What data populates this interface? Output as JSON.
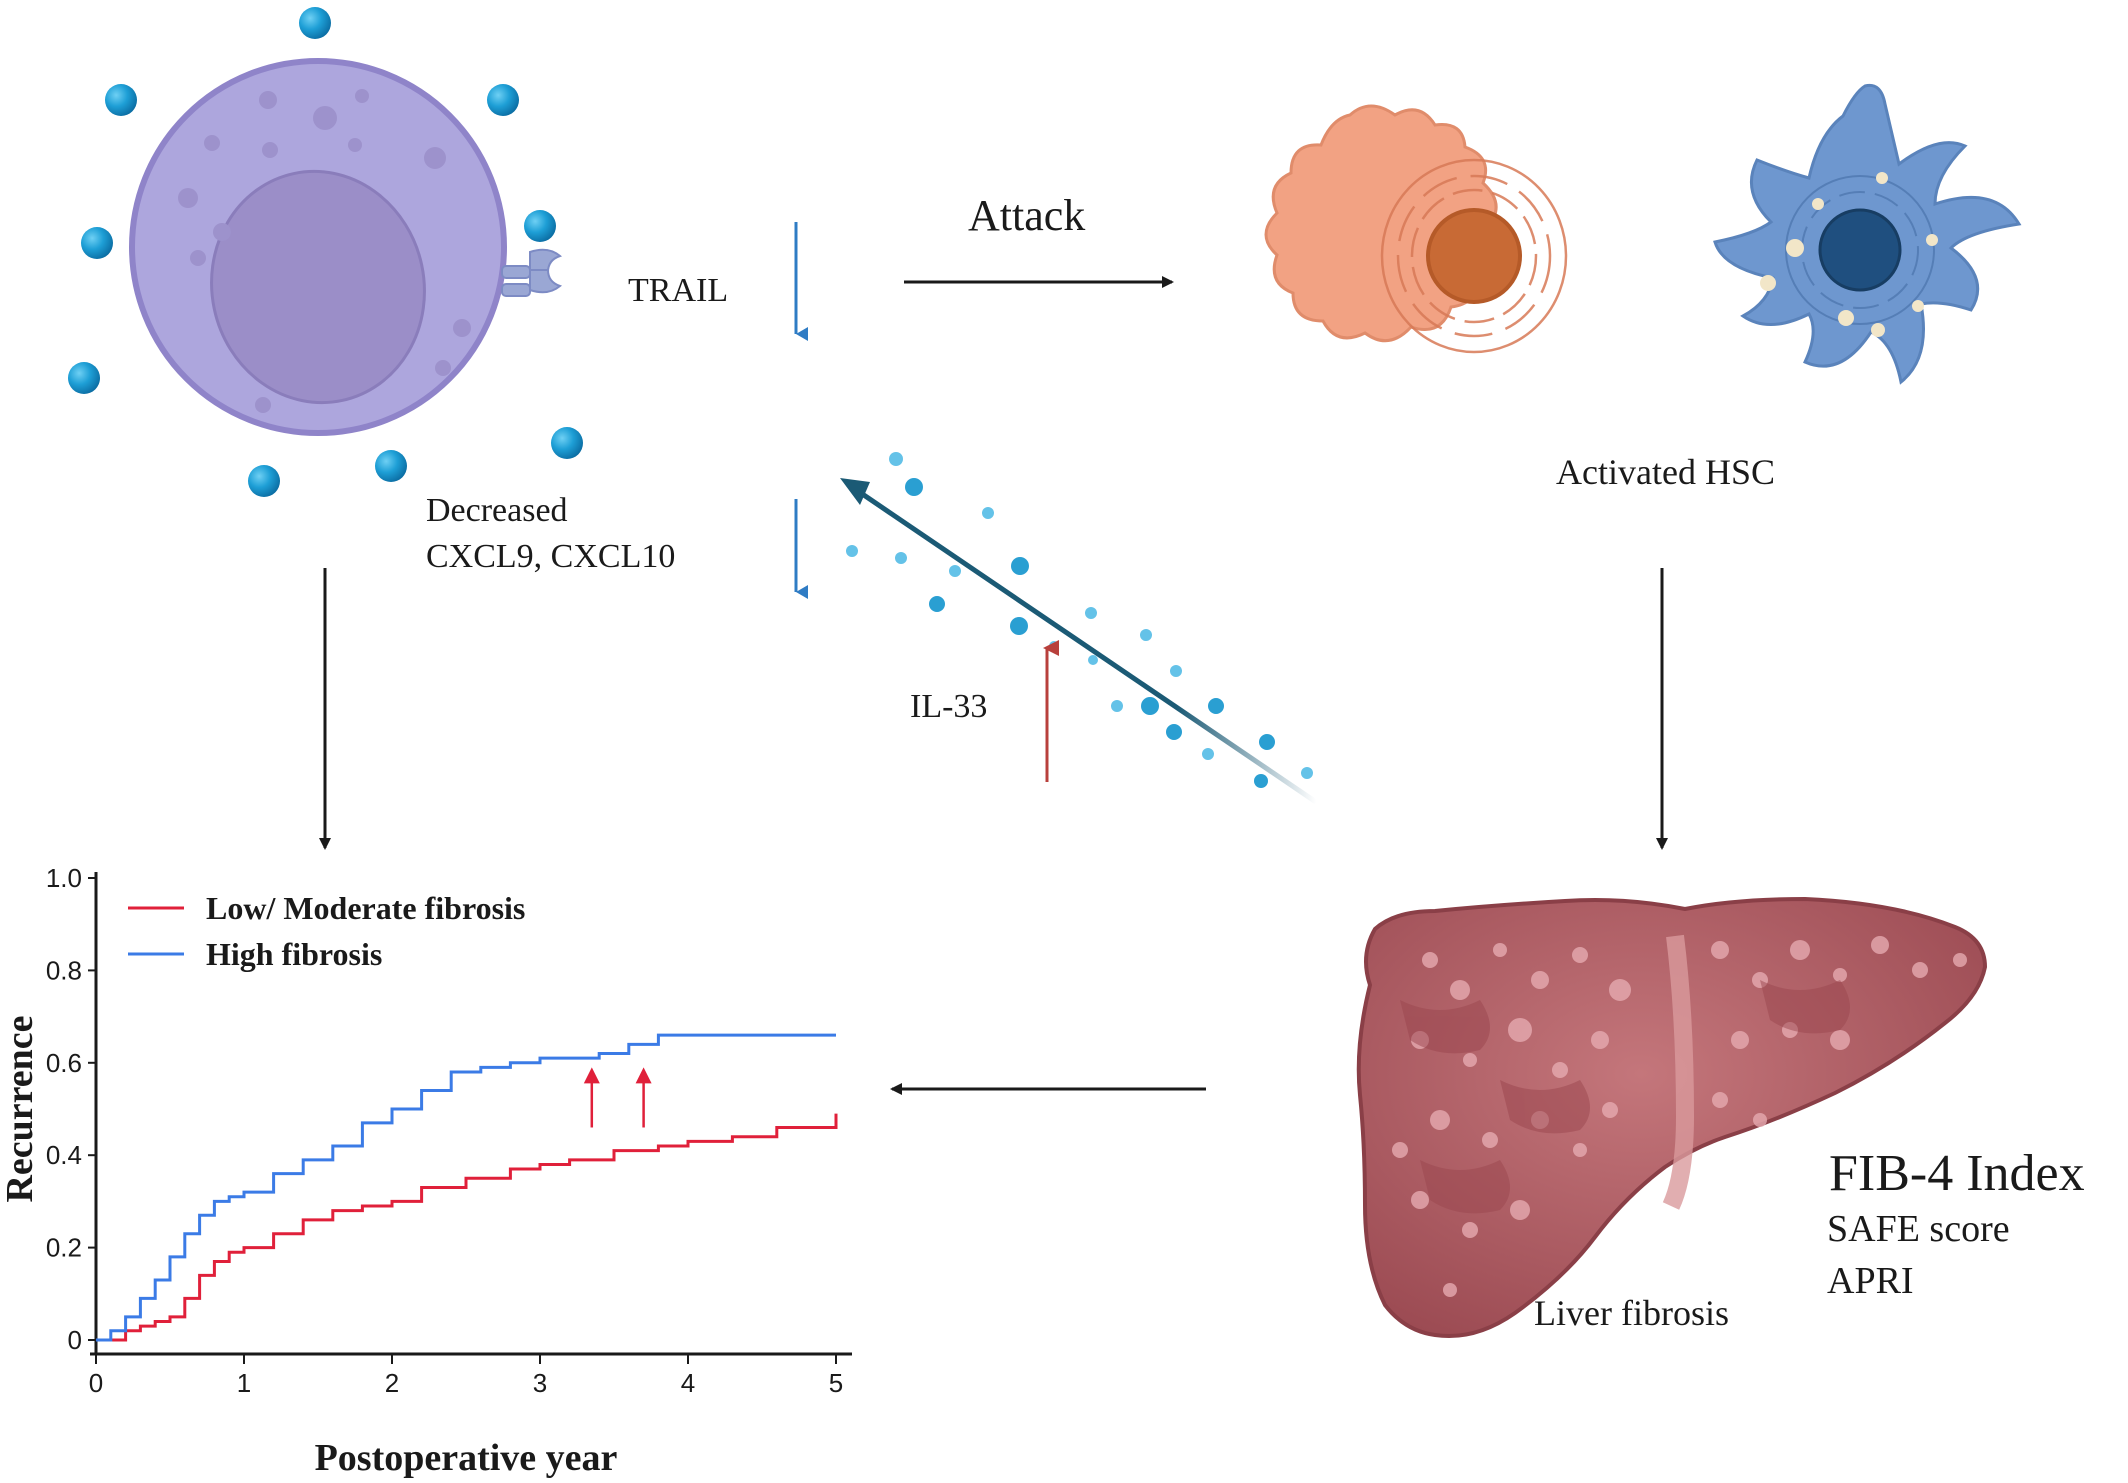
{
  "labels": {
    "attack": "Attack",
    "trail": "TRAIL",
    "decreased_line1": "Decreased",
    "decreased_line2": "CXCL9, CXCL10",
    "il33": "IL-33",
    "activated_hsc": "Activated HSC",
    "liver_fibrosis": "Liver fibrosis",
    "fib4": "FIB-4 Index",
    "safe": "SAFE score",
    "apri": "APRI"
  },
  "colors": {
    "nk_body": "#ada6dd",
    "nk_edge": "#8f84c9",
    "nucleus": "#9b8ec8",
    "bead": "#1e9fd6",
    "hepatocyte": "#f2a283",
    "hepatocyte_nucleus": "#c86a35",
    "hsc": "#6e97cf",
    "hsc_nucleus": "#1f4f7f",
    "liver": "#b45f65",
    "down_arrow": "#2f7cc4",
    "il33_arrow": "#b8403c",
    "il33_stream": "#1b5a75",
    "low_mod": "#e0203a",
    "high": "#3b7be6"
  },
  "chart_data": {
    "type": "line",
    "title": "",
    "xlabel": "Postoperative year",
    "ylabel": "Recurrence",
    "xlim": [
      0,
      5
    ],
    "ylim": [
      0,
      1.0
    ],
    "xticks": [
      "0",
      "1",
      "2",
      "3",
      "4",
      "5"
    ],
    "yticks": [
      "0",
      "0.2",
      "0.4",
      "0.6",
      "0.8",
      "1.0"
    ],
    "legend_position": "top-left",
    "grid": false,
    "series": [
      {
        "name": "Low/ Moderate fibrosis",
        "color": "#e0203a",
        "x": [
          0,
          0.1,
          0.2,
          0.3,
          0.4,
          0.5,
          0.6,
          0.7,
          0.8,
          0.9,
          1.0,
          1.2,
          1.4,
          1.6,
          1.8,
          2.0,
          2.2,
          2.5,
          2.8,
          3.0,
          3.2,
          3.5,
          3.8,
          4.0,
          4.3,
          4.6,
          5.0
        ],
        "y": [
          0,
          0.0,
          0.02,
          0.03,
          0.04,
          0.05,
          0.09,
          0.14,
          0.17,
          0.19,
          0.2,
          0.23,
          0.26,
          0.28,
          0.29,
          0.3,
          0.33,
          0.35,
          0.37,
          0.38,
          0.39,
          0.41,
          0.42,
          0.43,
          0.44,
          0.46,
          0.49
        ]
      },
      {
        "name": "High fibrosis",
        "color": "#3b7be6",
        "x": [
          0,
          0.1,
          0.2,
          0.3,
          0.4,
          0.5,
          0.6,
          0.7,
          0.8,
          0.9,
          1.0,
          1.2,
          1.4,
          1.6,
          1.8,
          2.0,
          2.2,
          2.4,
          2.6,
          2.8,
          3.0,
          3.2,
          3.4,
          3.6,
          3.8,
          4.0,
          5.0
        ],
        "y": [
          0,
          0.02,
          0.05,
          0.09,
          0.13,
          0.18,
          0.23,
          0.27,
          0.3,
          0.31,
          0.32,
          0.36,
          0.39,
          0.42,
          0.47,
          0.5,
          0.54,
          0.58,
          0.59,
          0.6,
          0.61,
          0.61,
          0.62,
          0.64,
          0.66,
          0.66,
          0.66
        ]
      }
    ],
    "annotations": [
      {
        "x": 3.35,
        "y_from": 0.46,
        "y_to": 0.59,
        "type": "up-arrow"
      },
      {
        "x": 3.7,
        "y_from": 0.46,
        "y_to": 0.59,
        "type": "up-arrow"
      }
    ]
  }
}
